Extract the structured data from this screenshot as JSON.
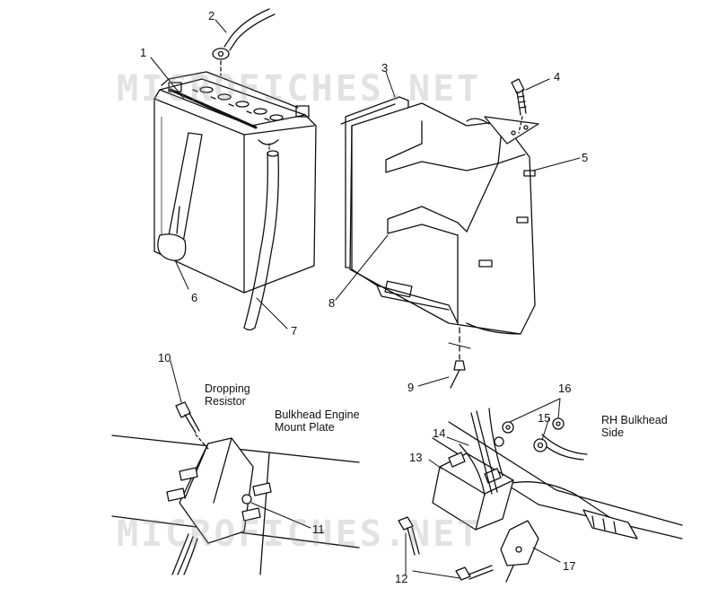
{
  "callouts": {
    "c1": "1",
    "c2": "2",
    "c3": "3",
    "c4": "4",
    "c5": "5",
    "c6": "6",
    "c7": "7",
    "c8": "8",
    "c9": "9",
    "c10": "10",
    "c11": "11",
    "c12": "12",
    "c13": "13",
    "c14": "14",
    "c15": "15",
    "c16": "16",
    "c17": "17"
  },
  "notes": {
    "dropping_resistor": "Dropping\nResistor",
    "bulkhead_plate": "Bulkhead Engine\nMount Plate",
    "rh_bulkhead": "RH Bulkhead\nSide"
  },
  "watermark": {
    "top": "MICROFICHES.NET",
    "bottom": "MICROFICHES.NET"
  },
  "colors": {
    "line": "#111111",
    "watermark": "#9a9a9a"
  }
}
